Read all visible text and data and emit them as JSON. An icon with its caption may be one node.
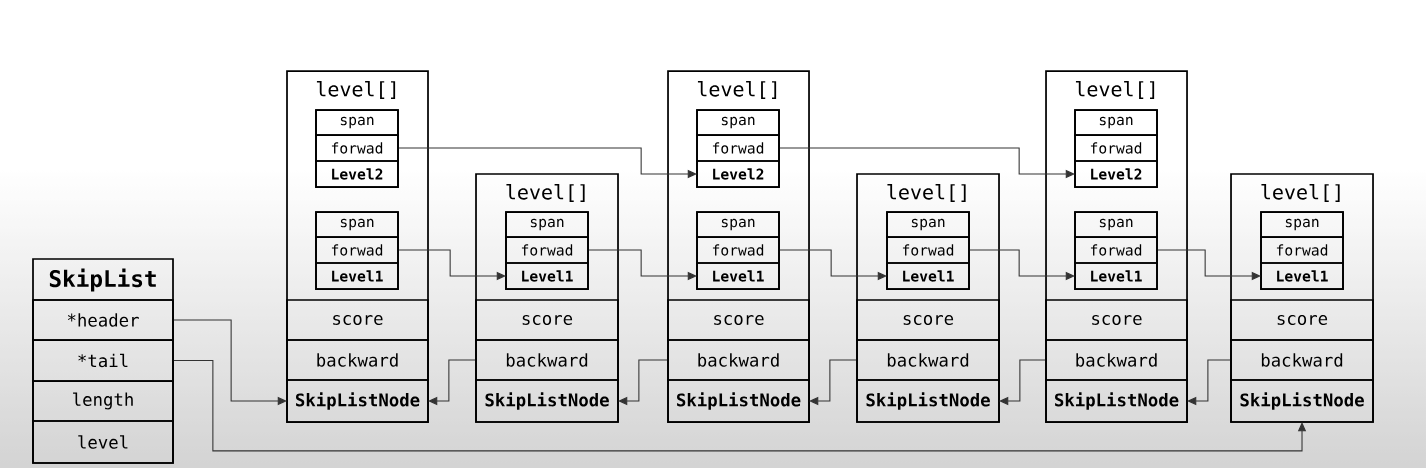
{
  "diagram": {
    "nodes": [
      {
        "text": [
          "SkipList"
        ]
      },
      {
        "text": [
          "*header"
        ],
        "in": 0
      },
      {
        "text": [
          "*tail"
        ],
        "in": 0
      },
      {
        "text": [
          "length"
        ],
        "in": 0
      },
      {
        "text": [
          "level"
        ],
        "in": 0
      },
      {
        "text": [
          "level[]"
        ]
      },
      {
        "text": [],
        "shape": "box",
        "in": 5
      },
      {
        "text": [
          "span"
        ],
        "in": 6
      },
      {
        "text": [
          "forwad"
        ],
        "in": 6
      },
      {
        "text": [
          "Level2"
        ],
        "in": 6
      },
      {
        "text": [],
        "shape": "box",
        "in": 5
      },
      {
        "text": [
          "span"
        ],
        "in": 10
      },
      {
        "text": [
          "forwad"
        ],
        "in": 10
      },
      {
        "text": [
          "Level1"
        ],
        "in": 10
      },
      {
        "text": [
          "score"
        ],
        "in": 5
      },
      {
        "text": [
          "backward"
        ],
        "in": 5
      },
      {
        "text": [
          "SkipListNode"
        ],
        "in": 5
      },
      {
        "text": [
          "level[]"
        ]
      },
      {
        "text": [],
        "shape": "box",
        "in": 17
      },
      {
        "text": [
          "span"
        ],
        "in": 18
      },
      {
        "text": [
          "forwad"
        ],
        "in": 18
      },
      {
        "text": [
          "Level1"
        ],
        "in": 18
      },
      {
        "text": [
          "score"
        ],
        "in": 17
      },
      {
        "text": [
          "backward"
        ],
        "in": 17
      },
      {
        "text": [
          "SkipListNode"
        ],
        "in": 17
      },
      {
        "text": [
          "level[]"
        ]
      },
      {
        "text": [],
        "shape": "box",
        "in": 25
      },
      {
        "text": [
          "span"
        ],
        "in": 26
      },
      {
        "text": [
          "forwad"
        ],
        "in": 26
      },
      {
        "text": [
          "Level2"
        ],
        "in": 26
      },
      {
        "text": [],
        "shape": "box",
        "in": 25
      },
      {
        "text": [
          "span"
        ],
        "in": 30
      },
      {
        "text": [
          "forwad"
        ],
        "in": 30
      },
      {
        "text": [
          "Level1"
        ],
        "in": 30
      },
      {
        "text": [
          "score"
        ],
        "in": 25
      },
      {
        "text": [
          "backward"
        ],
        "in": 25
      },
      {
        "text": [
          "SkipListNode"
        ],
        "in": 25
      },
      {
        "text": [
          "level[]"
        ]
      },
      {
        "text": [],
        "shape": "box",
        "in": 37
      },
      {
        "text": [
          "span"
        ],
        "in": 38
      },
      {
        "text": [
          "forwad"
        ],
        "in": 38
      },
      {
        "text": [
          "Level1"
        ],
        "in": 38
      },
      {
        "text": [
          "score"
        ],
        "in": 37
      },
      {
        "text": [
          "backward"
        ],
        "in": 37
      },
      {
        "text": [
          "SkipListNode"
        ],
        "in": 37
      },
      {
        "text": [
          "level[]"
        ]
      },
      {
        "text": [],
        "shape": "box",
        "in": 45
      },
      {
        "text": [
          "span"
        ],
        "in": 46
      },
      {
        "text": [
          "forwad"
        ],
        "in": 46
      },
      {
        "text": [
          "Level2"
        ],
        "in": 46
      },
      {
        "text": [],
        "shape": "box",
        "in": 45
      },
      {
        "text": [
          "span"
        ],
        "in": 50
      },
      {
        "text": [
          "forwad"
        ],
        "in": 50
      },
      {
        "text": [
          "Level1"
        ],
        "in": 50
      },
      {
        "text": [
          "score"
        ],
        "in": 45
      },
      {
        "text": [
          "backward"
        ],
        "in": 45
      },
      {
        "text": [
          "SkipListNode"
        ],
        "in": 45
      },
      {
        "text": [
          "level[]"
        ]
      },
      {
        "text": [],
        "shape": "box",
        "in": 57
      },
      {
        "text": [
          "span"
        ],
        "in": 58
      },
      {
        "text": [
          "forwad"
        ],
        "in": 58
      },
      {
        "text": [
          "Level1"
        ],
        "in": 58
      },
      {
        "text": [
          "score"
        ],
        "in": 57
      },
      {
        "text": [
          "backward"
        ],
        "in": 57
      },
      {
        "text": [
          "SkipListNode"
        ],
        "in": 57
      }
    ],
    "edges": [
      {
        "from": 1,
        "to": 16,
        "arrow": "to"
      },
      {
        "from": 2,
        "to": 64,
        "arrow": "to"
      },
      {
        "from": 8,
        "to": 29,
        "arrow": "to"
      },
      {
        "from": 28,
        "to": 49,
        "arrow": "to"
      },
      {
        "from": 12,
        "to": 21,
        "arrow": "to"
      },
      {
        "from": 20,
        "to": 33,
        "arrow": "to"
      },
      {
        "from": 32,
        "to": 41,
        "arrow": "to"
      },
      {
        "from": 40,
        "to": 53,
        "arrow": "to"
      },
      {
        "from": 52,
        "to": 61,
        "arrow": "to"
      },
      {
        "from": 23,
        "to": 16,
        "arrow": "to"
      },
      {
        "from": 35,
        "to": 24,
        "arrow": "to"
      },
      {
        "from": 43,
        "to": 36,
        "arrow": "to"
      },
      {
        "from": 55,
        "to": 44,
        "arrow": "to"
      },
      {
        "from": 63,
        "to": 56,
        "arrow": "to"
      }
    ]
  }
}
